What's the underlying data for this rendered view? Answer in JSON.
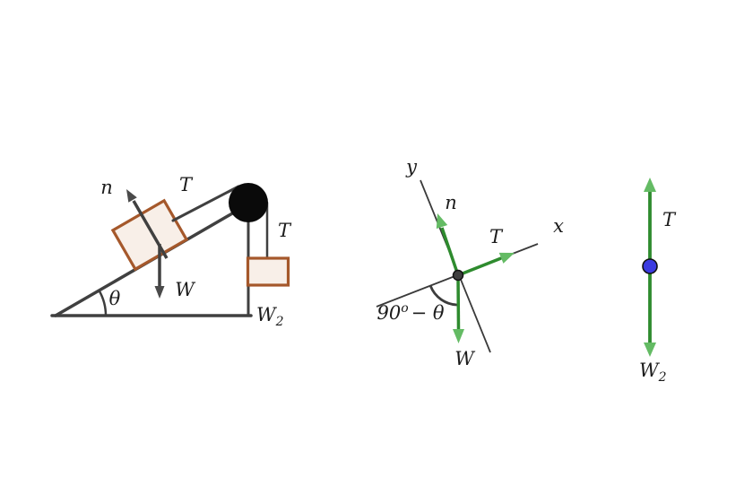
{
  "colors": {
    "dark_line": "#404040",
    "label_text": "#1c1c1c",
    "vector_green": "#2e8b2e",
    "arrowhead_green": "#64bb64",
    "block_border": "#a5582b",
    "block_fill": "#f8efe8",
    "pulley_black": "#0a0a0a",
    "particle_blue": "#3b3be0"
  },
  "incline_diagram": {
    "labels": {
      "normal": "n",
      "tension_upper": "T",
      "tension_side": "T",
      "weight": "W",
      "angle": "θ",
      "hanging_weight": "W",
      "hanging_weight_sub": "2"
    }
  },
  "block_fbd": {
    "labels": {
      "axis_y": "y",
      "axis_x": "x",
      "normal": "n",
      "tension": "T",
      "weight": "W",
      "angle_num": "90",
      "angle_sup": "o",
      "angle_rest": "− θ"
    }
  },
  "hanging_fbd": {
    "labels": {
      "tension": "T",
      "weight": "W",
      "weight_sub": "2"
    }
  }
}
